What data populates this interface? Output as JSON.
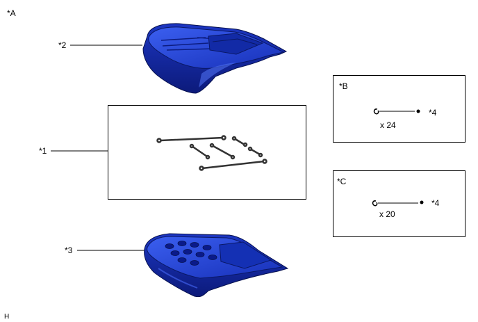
{
  "figure_id": "*A",
  "corner_code": "H",
  "callouts": {
    "c1": "*1",
    "c2": "*2",
    "c3": "*3"
  },
  "detail_b": {
    "tag": "*B",
    "qty": "x 24",
    "callout": "*4"
  },
  "detail_c": {
    "tag": "*C",
    "qty": "x 20",
    "callout": "*4"
  },
  "colors": {
    "cushion_blue": "#1f3fc8",
    "cushion_dark": "#0e1f86",
    "cushion_light": "#4f6ff0",
    "line": "#000000",
    "wire": "#333333"
  }
}
